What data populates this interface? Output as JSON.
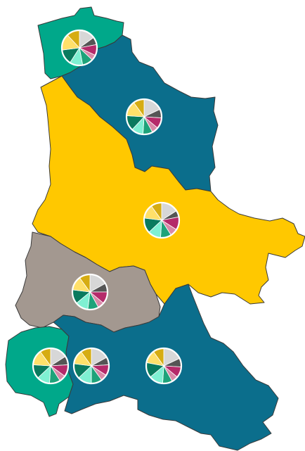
{
  "map": {
    "regions": [
      {
        "id": "north-west",
        "color": "#00a88a"
      },
      {
        "id": "north",
        "color": "#0b6e8c"
      },
      {
        "id": "center",
        "color": "#ffc800"
      },
      {
        "id": "west",
        "color": "#a39890"
      },
      {
        "id": "south-west",
        "color": "#00a88a"
      },
      {
        "id": "south",
        "color": "#0b6e8c"
      }
    ],
    "pie_categories": [
      {
        "name": "cat-1",
        "color": "#d7d7d7"
      },
      {
        "name": "cat-2",
        "color": "#555555"
      },
      {
        "name": "cat-3",
        "color": "#b52a6a"
      },
      {
        "name": "cat-4",
        "color": "#d98aa8"
      },
      {
        "name": "cat-5",
        "color": "#1ea37a"
      },
      {
        "name": "cat-6",
        "color": "#7ff0d2"
      },
      {
        "name": "cat-7",
        "color": "#0a7a5e"
      },
      {
        "name": "cat-8",
        "color": "#ffe06a"
      },
      {
        "name": "cat-9",
        "color": "#d6ac12"
      }
    ],
    "pies": [
      {
        "region": "north-west",
        "values": [
          0.15,
          0.07,
          0.1,
          0.05,
          0.1,
          0.12,
          0.14,
          0.15,
          0.12
        ]
      },
      {
        "region": "north",
        "values": [
          0.18,
          0.08,
          0.1,
          0.06,
          0.09,
          0.11,
          0.14,
          0.14,
          0.1
        ]
      },
      {
        "region": "center",
        "values": [
          0.16,
          0.06,
          0.12,
          0.07,
          0.1,
          0.12,
          0.14,
          0.13,
          0.1
        ]
      },
      {
        "region": "west",
        "values": [
          0.17,
          0.08,
          0.11,
          0.06,
          0.1,
          0.12,
          0.13,
          0.13,
          0.1
        ]
      },
      {
        "region": "south-west",
        "values": [
          0.16,
          0.08,
          0.11,
          0.06,
          0.1,
          0.12,
          0.13,
          0.14,
          0.1
        ]
      },
      {
        "region": "south-west",
        "values": [
          0.17,
          0.07,
          0.1,
          0.06,
          0.1,
          0.13,
          0.14,
          0.13,
          0.1
        ]
      },
      {
        "region": "south",
        "values": [
          0.18,
          0.08,
          0.1,
          0.06,
          0.09,
          0.13,
          0.14,
          0.12,
          0.1
        ]
      }
    ]
  }
}
